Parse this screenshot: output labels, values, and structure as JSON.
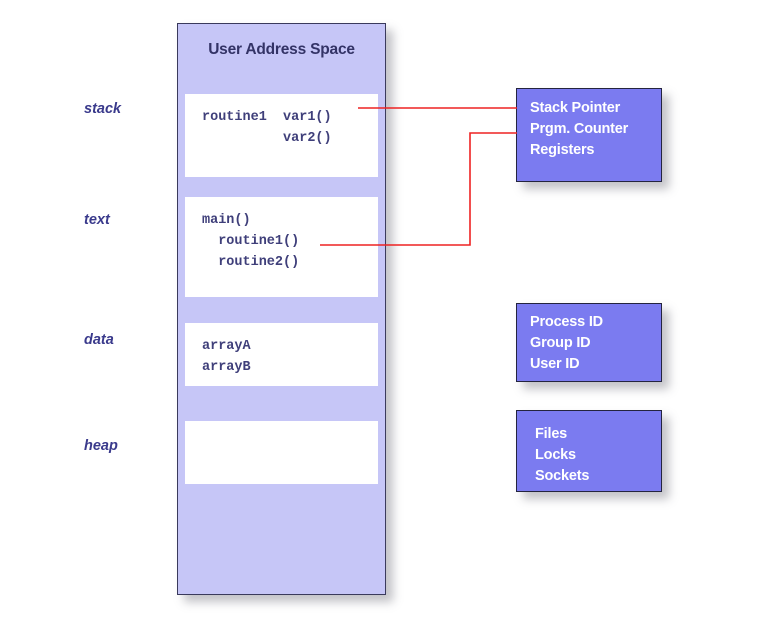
{
  "diagram": {
    "title": "User Address Space",
    "panel": {
      "title": "User Address Space",
      "segments": [
        {
          "name": "stack",
          "label": "stack",
          "content": "routine1  var1()\n          var2()"
        },
        {
          "name": "text",
          "label": "text",
          "content": "main()\n  routine1()\n  routine2()"
        },
        {
          "name": "data",
          "label": "data",
          "content": "arrayA\narrayB"
        },
        {
          "name": "heap",
          "label": "heap",
          "content": ""
        }
      ]
    },
    "side_boxes": [
      {
        "name": "cpu-state",
        "content": "Stack Pointer\nPrgm. Counter\nRegisters"
      },
      {
        "name": "identity",
        "content": "Process ID\nGroup ID\nUser ID"
      },
      {
        "name": "resources",
        "content": "Files\nLocks\nSockets"
      }
    ],
    "connectors": [
      {
        "name": "stack-to-cpu-state",
        "from": "stack-segment",
        "to": "cpu-state-box"
      },
      {
        "name": "text-to-cpu-state",
        "from": "routine1-call",
        "to": "cpu-state-box"
      }
    ],
    "colors": {
      "panel_fill": "#c6c6f7",
      "panel_border": "#3a3a5c",
      "segment_fill": "#ffffff",
      "blue_box_fill": "#7b7bf0",
      "blue_box_border": "#24243f",
      "title_text": "#333366",
      "code_text": "#3f3f7a",
      "section_label_text": "#3a3a8c",
      "blue_box_text": "#ffffff",
      "connector_line": "#ee2222",
      "background": "#ffffff"
    }
  }
}
